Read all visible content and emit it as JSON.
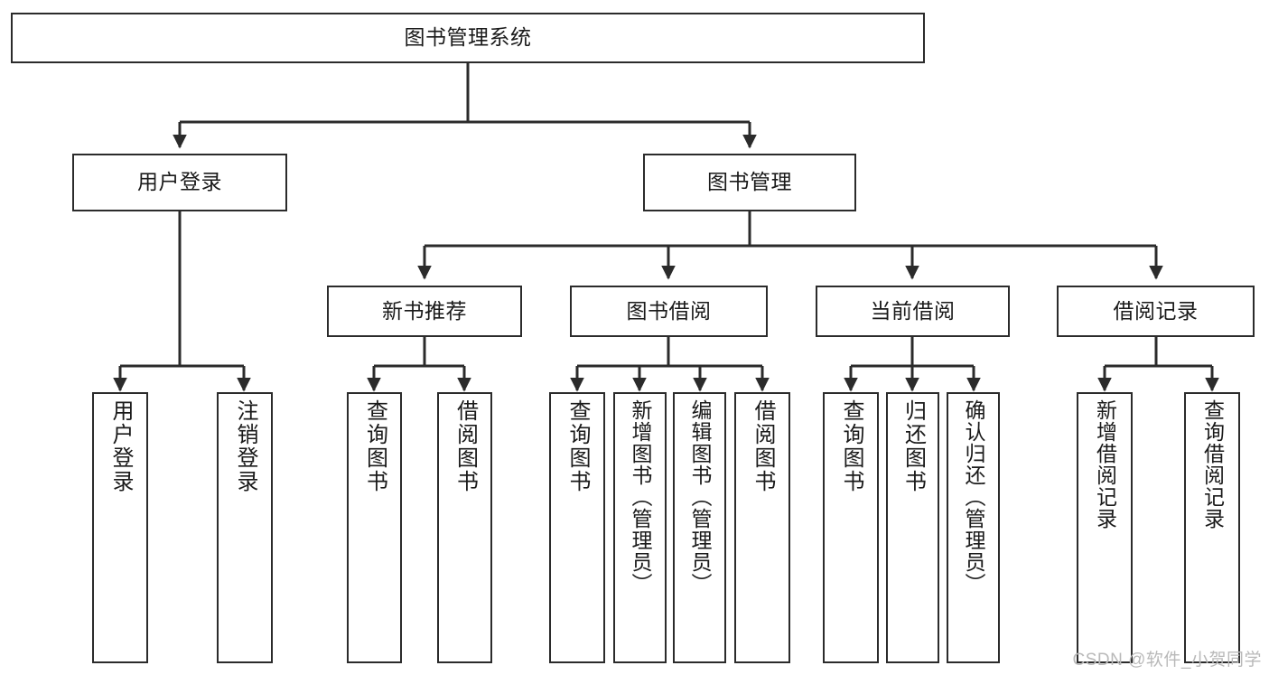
{
  "diagram": {
    "title": "图书管理系统",
    "type": "功能结构图",
    "colors": {
      "node_border": "#2b2b2b",
      "node_fill": "#ffffff",
      "edge": "#2b2b2b",
      "text": "#1a1a1a",
      "watermark": "#b9b9b9",
      "background": "#ffffff"
    },
    "watermark": "CSDN @软件_小贺同学",
    "root": {
      "id": "root",
      "label": "图书管理系统"
    },
    "level1": [
      {
        "id": "user-login",
        "label": "用户登录"
      },
      {
        "id": "book-manage",
        "label": "图书管理"
      }
    ],
    "level2": [
      {
        "id": "new-book-recommend",
        "label": "新书推荐",
        "parent": "book-manage"
      },
      {
        "id": "book-borrow",
        "label": "图书借阅",
        "parent": "book-manage"
      },
      {
        "id": "current-borrow",
        "label": "当前借阅",
        "parent": "book-manage"
      },
      {
        "id": "borrow-record",
        "label": "借阅记录",
        "parent": "book-manage"
      }
    ],
    "leaves": [
      {
        "id": "leaf-user-login",
        "label": "用户登录",
        "parent": "user-login"
      },
      {
        "id": "leaf-logout",
        "label": "注销登录",
        "parent": "user-login"
      },
      {
        "id": "leaf-query-book-1",
        "label": "查询图书",
        "parent": "new-book-recommend"
      },
      {
        "id": "leaf-borrow-book-1",
        "label": "借阅图书",
        "parent": "new-book-recommend"
      },
      {
        "id": "leaf-query-book-2",
        "label": "查询图书",
        "parent": "book-borrow"
      },
      {
        "id": "leaf-add-book",
        "label": "新增图书（管理员）",
        "parent": "book-borrow"
      },
      {
        "id": "leaf-edit-book",
        "label": "编辑图书（管理员）",
        "parent": "book-borrow"
      },
      {
        "id": "leaf-borrow-book-2",
        "label": "借阅图书",
        "parent": "book-borrow"
      },
      {
        "id": "leaf-query-book-3",
        "label": "查询图书",
        "parent": "current-borrow"
      },
      {
        "id": "leaf-return-book",
        "label": "归还图书",
        "parent": "current-borrow"
      },
      {
        "id": "leaf-confirm-return",
        "label": "确认归还（管理员）",
        "parent": "current-borrow"
      },
      {
        "id": "leaf-add-record",
        "label": "新增借阅记录",
        "parent": "borrow-record"
      },
      {
        "id": "leaf-query-record",
        "label": "查询借阅记录",
        "parent": "borrow-record"
      }
    ]
  }
}
